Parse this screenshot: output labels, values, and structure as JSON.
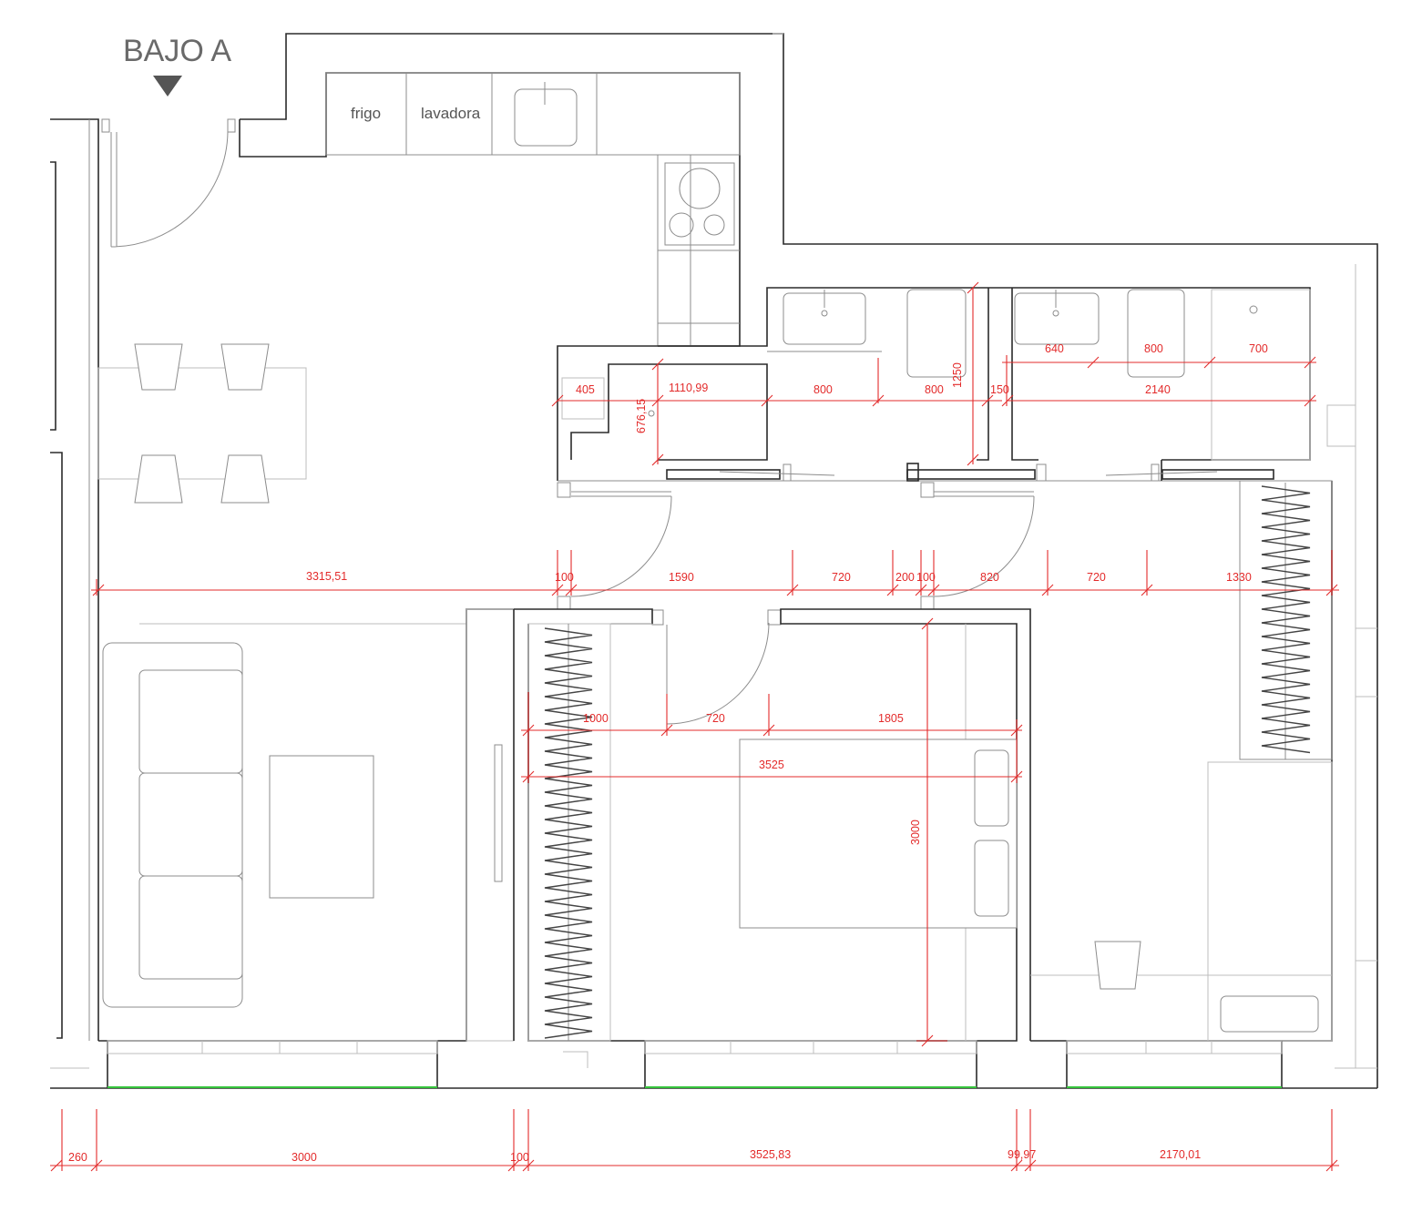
{
  "title": "BAJO A",
  "appliances": {
    "fridge": "frigo",
    "washer": "lavadora"
  },
  "colors": {
    "walls": "#2b2b2b",
    "furniture": "#8c8c8c",
    "dimensions": "#e32b2b",
    "window_glass": "#35c43b"
  },
  "icons": {
    "entrance": "triangle-down-icon"
  },
  "dimensions": {
    "bath_left": [
      "405",
      "1110,99",
      "800",
      "800",
      "676,15",
      "1250"
    ],
    "bath_right": [
      "150",
      "2140",
      "640",
      "800",
      "700"
    ],
    "corridor": [
      "3315,51",
      "100",
      "1590",
      "720",
      "200",
      "100",
      "820",
      "720",
      "1330"
    ],
    "bedroom": [
      "1000",
      "720",
      "1805",
      "3525",
      "3000"
    ],
    "bottom": [
      "260",
      "3000",
      "100",
      "3525,83",
      "99,97",
      "2170,01"
    ]
  }
}
